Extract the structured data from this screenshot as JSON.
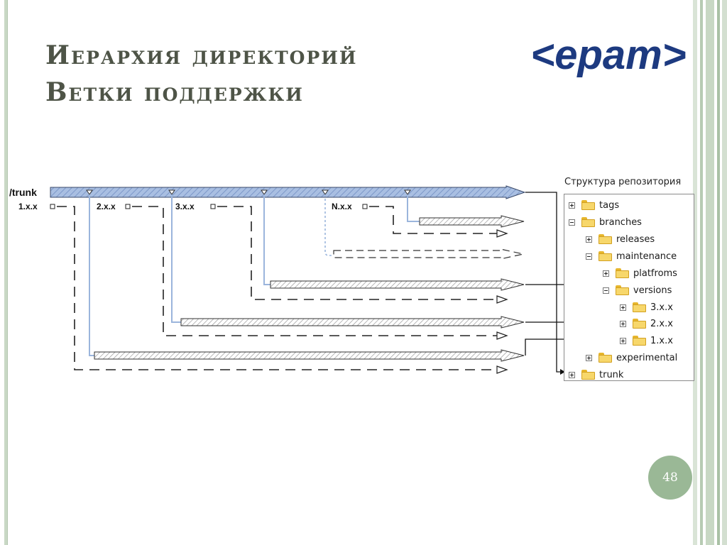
{
  "slide": {
    "title_line1": "Иерархия директорий",
    "title_line2": "Ветки поддержки",
    "page_number": "48"
  },
  "logo": {
    "text": "<epam>",
    "color": "#1d3a80"
  },
  "diagram": {
    "trunk_label": "/trunk",
    "version_labels": [
      "1.x.x",
      "2.x.x",
      "3.x.x",
      "N.x.x"
    ],
    "colors": {
      "trunk_fill": "#9cb4dc",
      "branch_line": "#9bb5dc",
      "arrow_outline": "#3a3a3a"
    }
  },
  "repo_tree": {
    "title": "Структура репозитория",
    "items": [
      {
        "label": "tags",
        "expander": "plus",
        "depth": 0
      },
      {
        "label": "branches",
        "expander": "minus",
        "depth": 0
      },
      {
        "label": "releases",
        "expander": "plus",
        "depth": 1
      },
      {
        "label": "maintenance",
        "expander": "minus",
        "depth": 1
      },
      {
        "label": "platfroms",
        "expander": "plus",
        "depth": 2
      },
      {
        "label": "versions",
        "expander": "minus",
        "depth": 2
      },
      {
        "label": "3.x.x",
        "expander": "plus",
        "depth": 3
      },
      {
        "label": "2.x.x",
        "expander": "plus",
        "depth": 3
      },
      {
        "label": "1.x.x",
        "expander": "plus",
        "depth": 3
      },
      {
        "label": "experimental",
        "expander": "plus",
        "depth": 1
      },
      {
        "label": "trunk",
        "expander": "plus",
        "depth": 0
      }
    ]
  }
}
